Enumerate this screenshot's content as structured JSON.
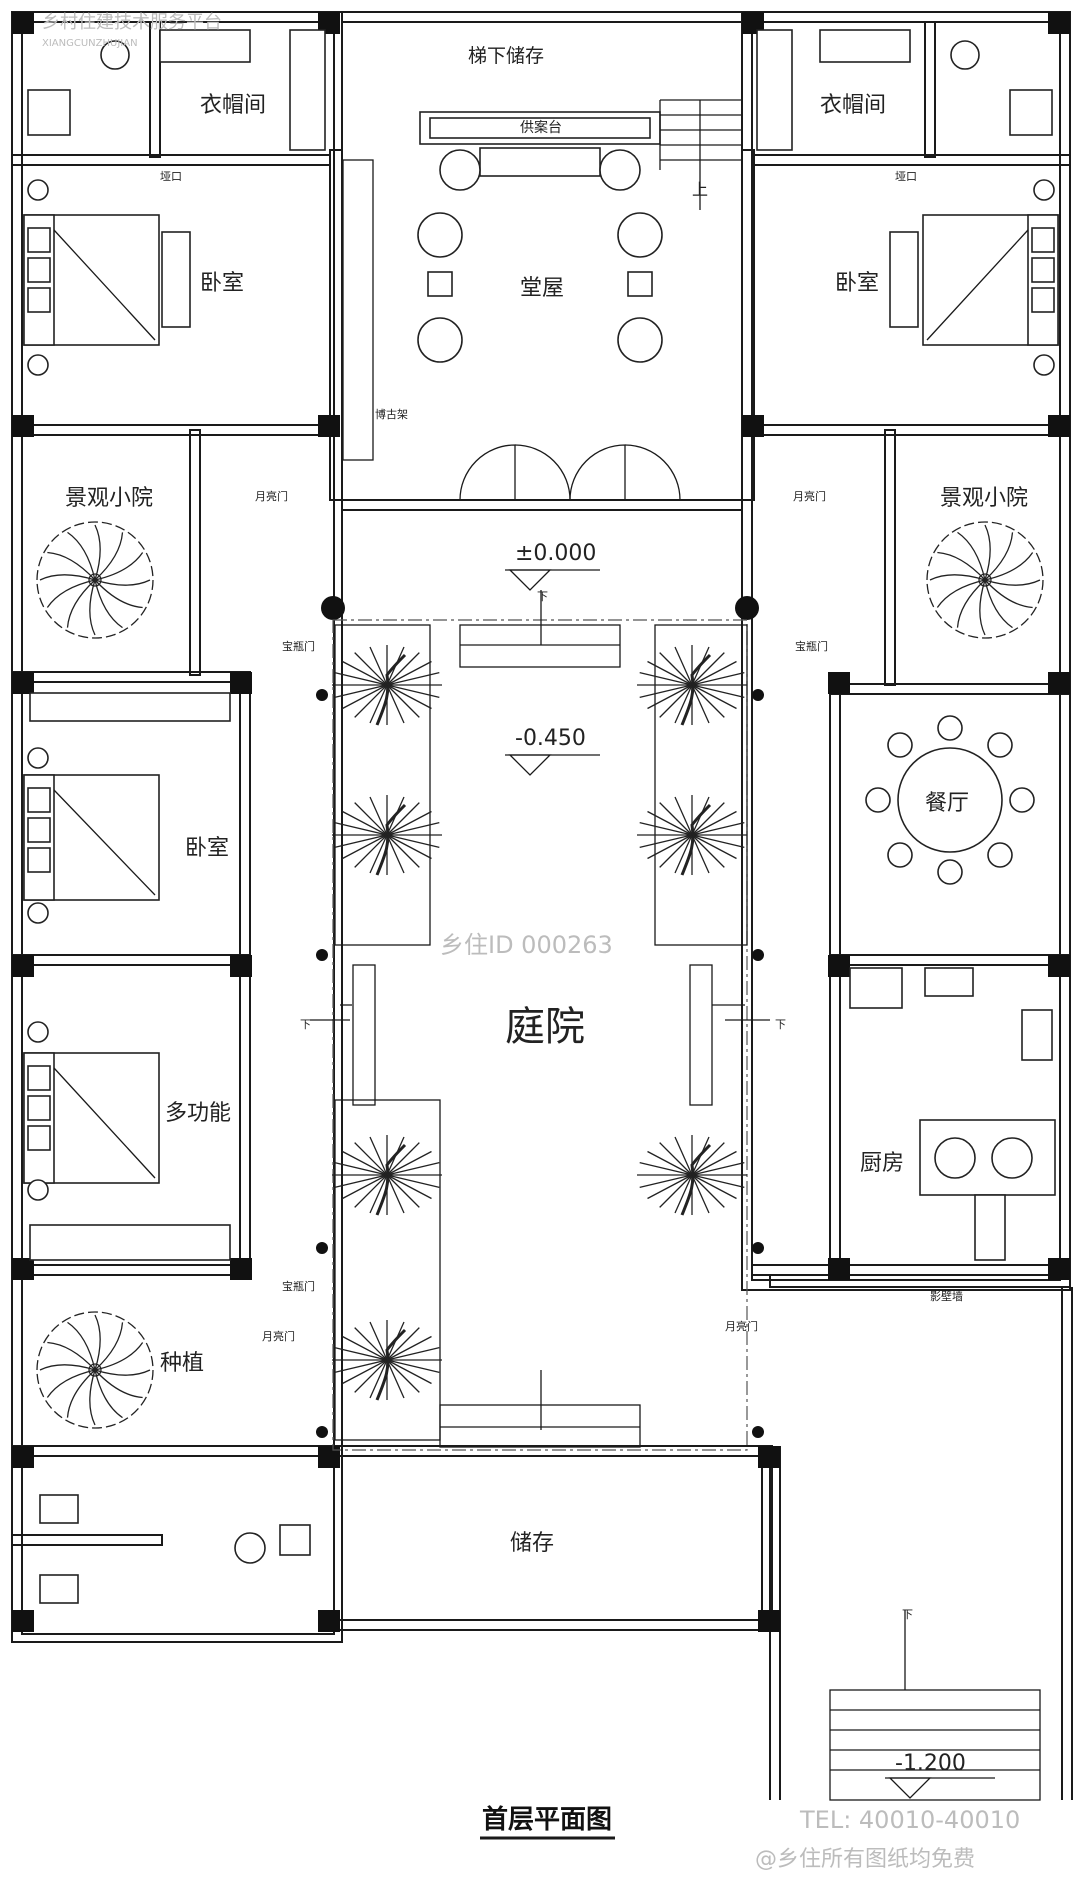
{
  "header_watermark": {
    "line1": "乡村住建技术服务平台",
    "line2": "XIANGCUNZHUJIAN"
  },
  "rooms": {
    "wardrobe_left": "衣帽间",
    "wardrobe_right": "衣帽间",
    "stair_storage": "梯下储存",
    "altar": "供案台",
    "main_hall": "堂屋",
    "bedroom_top_left": "卧室",
    "bedroom_top_right": "卧室",
    "garden_left": "景观小院",
    "garden_right": "景观小院",
    "bedroom_mid_left": "卧室",
    "multi_function": "多功能",
    "dining": "餐厅",
    "courtyard": "庭院",
    "kitchen": "厨房",
    "planting": "种植",
    "storage": "储存"
  },
  "small_labels": {
    "step_left": "垭口",
    "step_right": "垭口",
    "stair_up": "上",
    "display_shelf": "博古架",
    "moon_gate_tl": "月亮门",
    "moon_gate_tr": "月亮门",
    "vase_door_tl": "宝瓶门",
    "vase_door_tr": "宝瓶门",
    "vase_door_bl": "宝瓶门",
    "moon_gate_bl": "月亮门",
    "moon_gate_br": "月亮门",
    "screen_wall": "影壁墙",
    "down_1": "下",
    "down_2": "下",
    "down_3": "下",
    "down_4": "下"
  },
  "levels": {
    "hall_level": "±0.000",
    "courtyard_level": "-0.450",
    "entry_level": "-1.200"
  },
  "center_watermark": "乡住ID 000263",
  "drawing_title": "首层平面图",
  "footer": {
    "tel": "TEL: 40010-40010",
    "slogan": "@乡住所有图纸均免费"
  }
}
